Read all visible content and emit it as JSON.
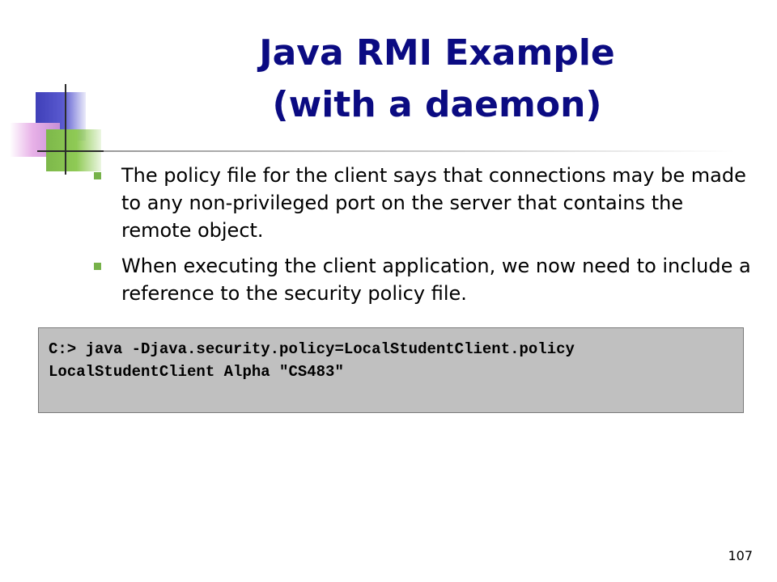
{
  "slide": {
    "title_lines": [
      "Java RMI Example",
      "(with a daemon)"
    ],
    "bullets": [
      "The policy file for the client says that connections may be made to any non-privileged port on the server that contains the remote object.",
      "When executing the client application, we now need to include a reference to the security policy file."
    ],
    "code_lines": [
      "C:> java -Djava.security.policy=LocalStudentClient.policy",
      "LocalStudentClient Alpha \"CS483\""
    ],
    "page_number": "107"
  },
  "colors": {
    "title": "#0b0b82",
    "bullet": "#77b24a",
    "code_background": "#c0c0c0"
  }
}
